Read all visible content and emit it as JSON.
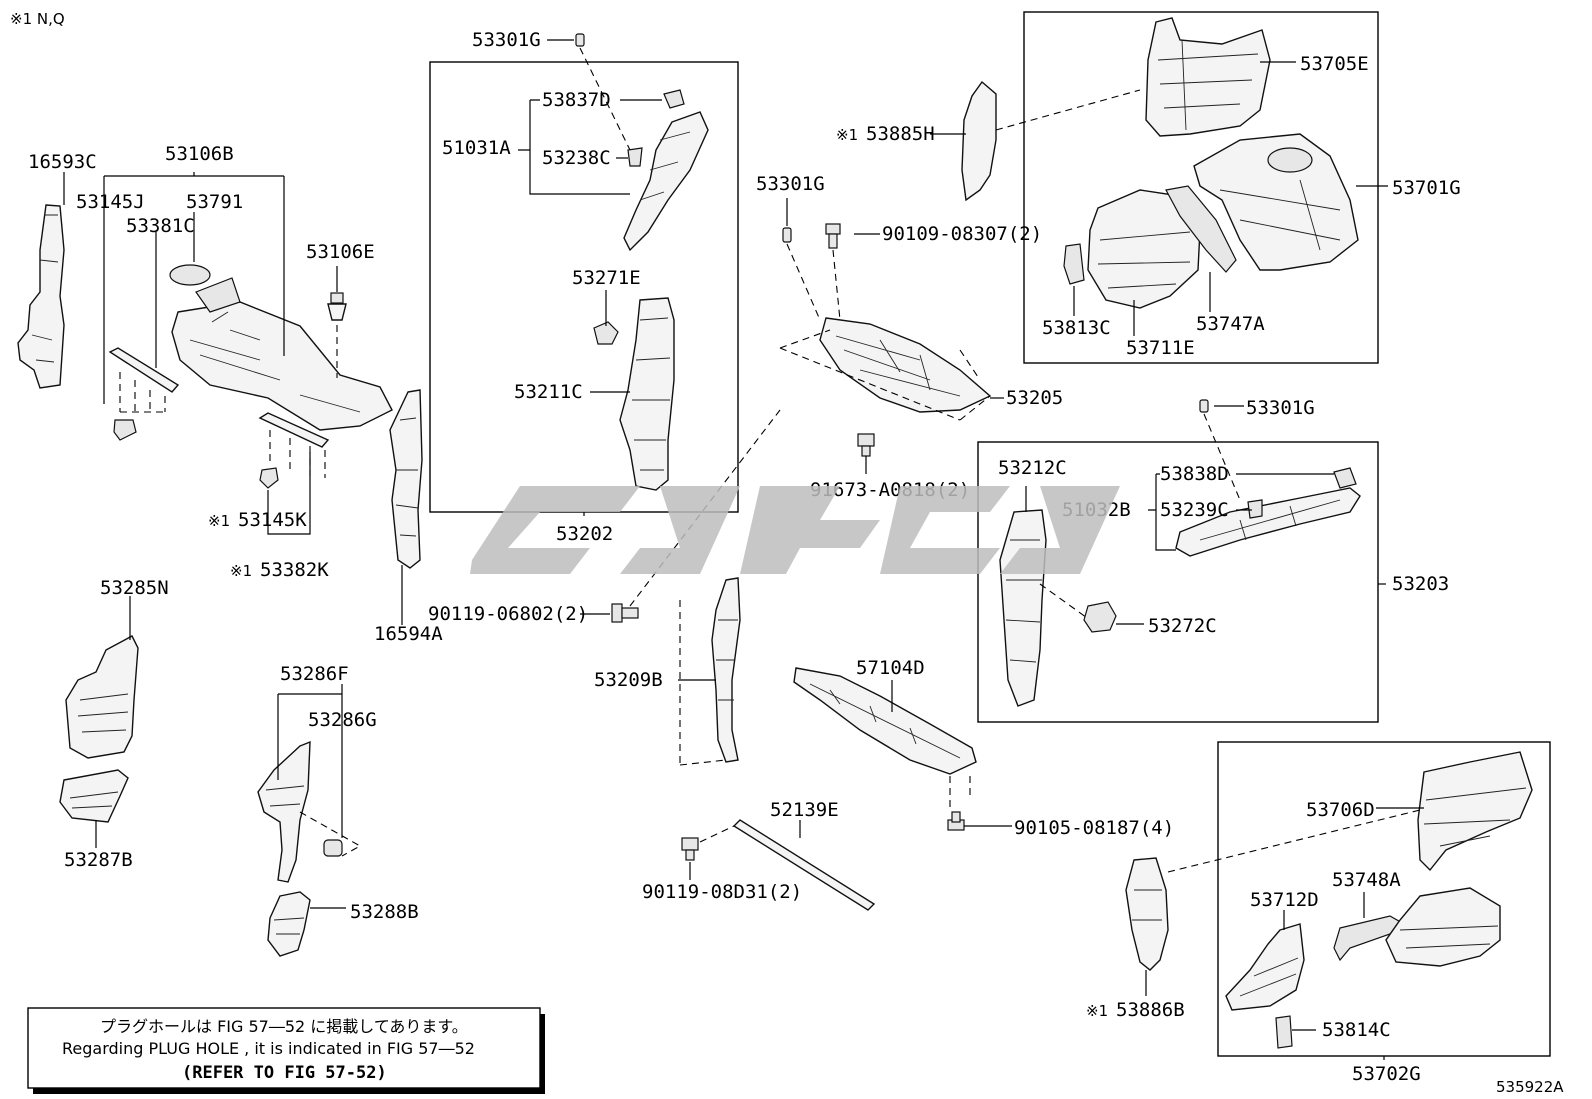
{
  "header": {
    "note": "※1 N,Q"
  },
  "footer": {
    "code": "535922A"
  },
  "note": {
    "line1": "プラグホールは FIG  57―52 に掲載してあります。",
    "line2": "Regarding  PLUG  HOLE , it is indicated in  FIG  57―52",
    "line3": "(REFER TO FIG 57-52)"
  },
  "labels": {
    "p16593C": "16593C",
    "p53106B": "53106B",
    "p53145J": "53145J",
    "p53791": "53791",
    "p53381C": "53381C",
    "p53106E": "53106E",
    "p53145K": "53145K",
    "p53382K": "53382K",
    "p16594A": "16594A",
    "p53301G_a": "53301G",
    "p53837D": "53837D",
    "p51031A": "51031A",
    "p53238C": "53238C",
    "p53271E": "53271E",
    "p53211C": "53211C",
    "p53202": "53202",
    "p53301G_b": "53301G",
    "p90109": "90109-08307(2)",
    "p53205": "53205",
    "p91673": "91673-A0818(2)",
    "p53885H": "53885H",
    "p53705E": "53705E",
    "p53701G": "53701G",
    "p53813C": "53813C",
    "p53711E": "53711E",
    "p53747A": "53747A",
    "p53301G_c": "53301G",
    "p53212C": "53212C",
    "p53838D": "53838D",
    "p51032B": "51032B",
    "p53239C": "53239C",
    "p53203": "53203",
    "p53272C": "53272C",
    "p90119_06802": "90119-06802(2)",
    "p53209B": "53209B",
    "p57104D": "57104D",
    "p90105": "90105-08187(4)",
    "p52139E": "52139E",
    "p90119_08D31": "90119-08D31(2)",
    "p53285N": "53285N",
    "p53287B": "53287B",
    "p53286F": "53286F",
    "p53286G": "53286G",
    "p53288B": "53288B",
    "p53706D": "53706D",
    "p53748A": "53748A",
    "p53712D": "53712D",
    "p53814C": "53814C",
    "p53886B": "53886B",
    "p53702G": "53702G"
  },
  "marker": "※1",
  "icons": {
    "watermark": "watermark-logo"
  }
}
